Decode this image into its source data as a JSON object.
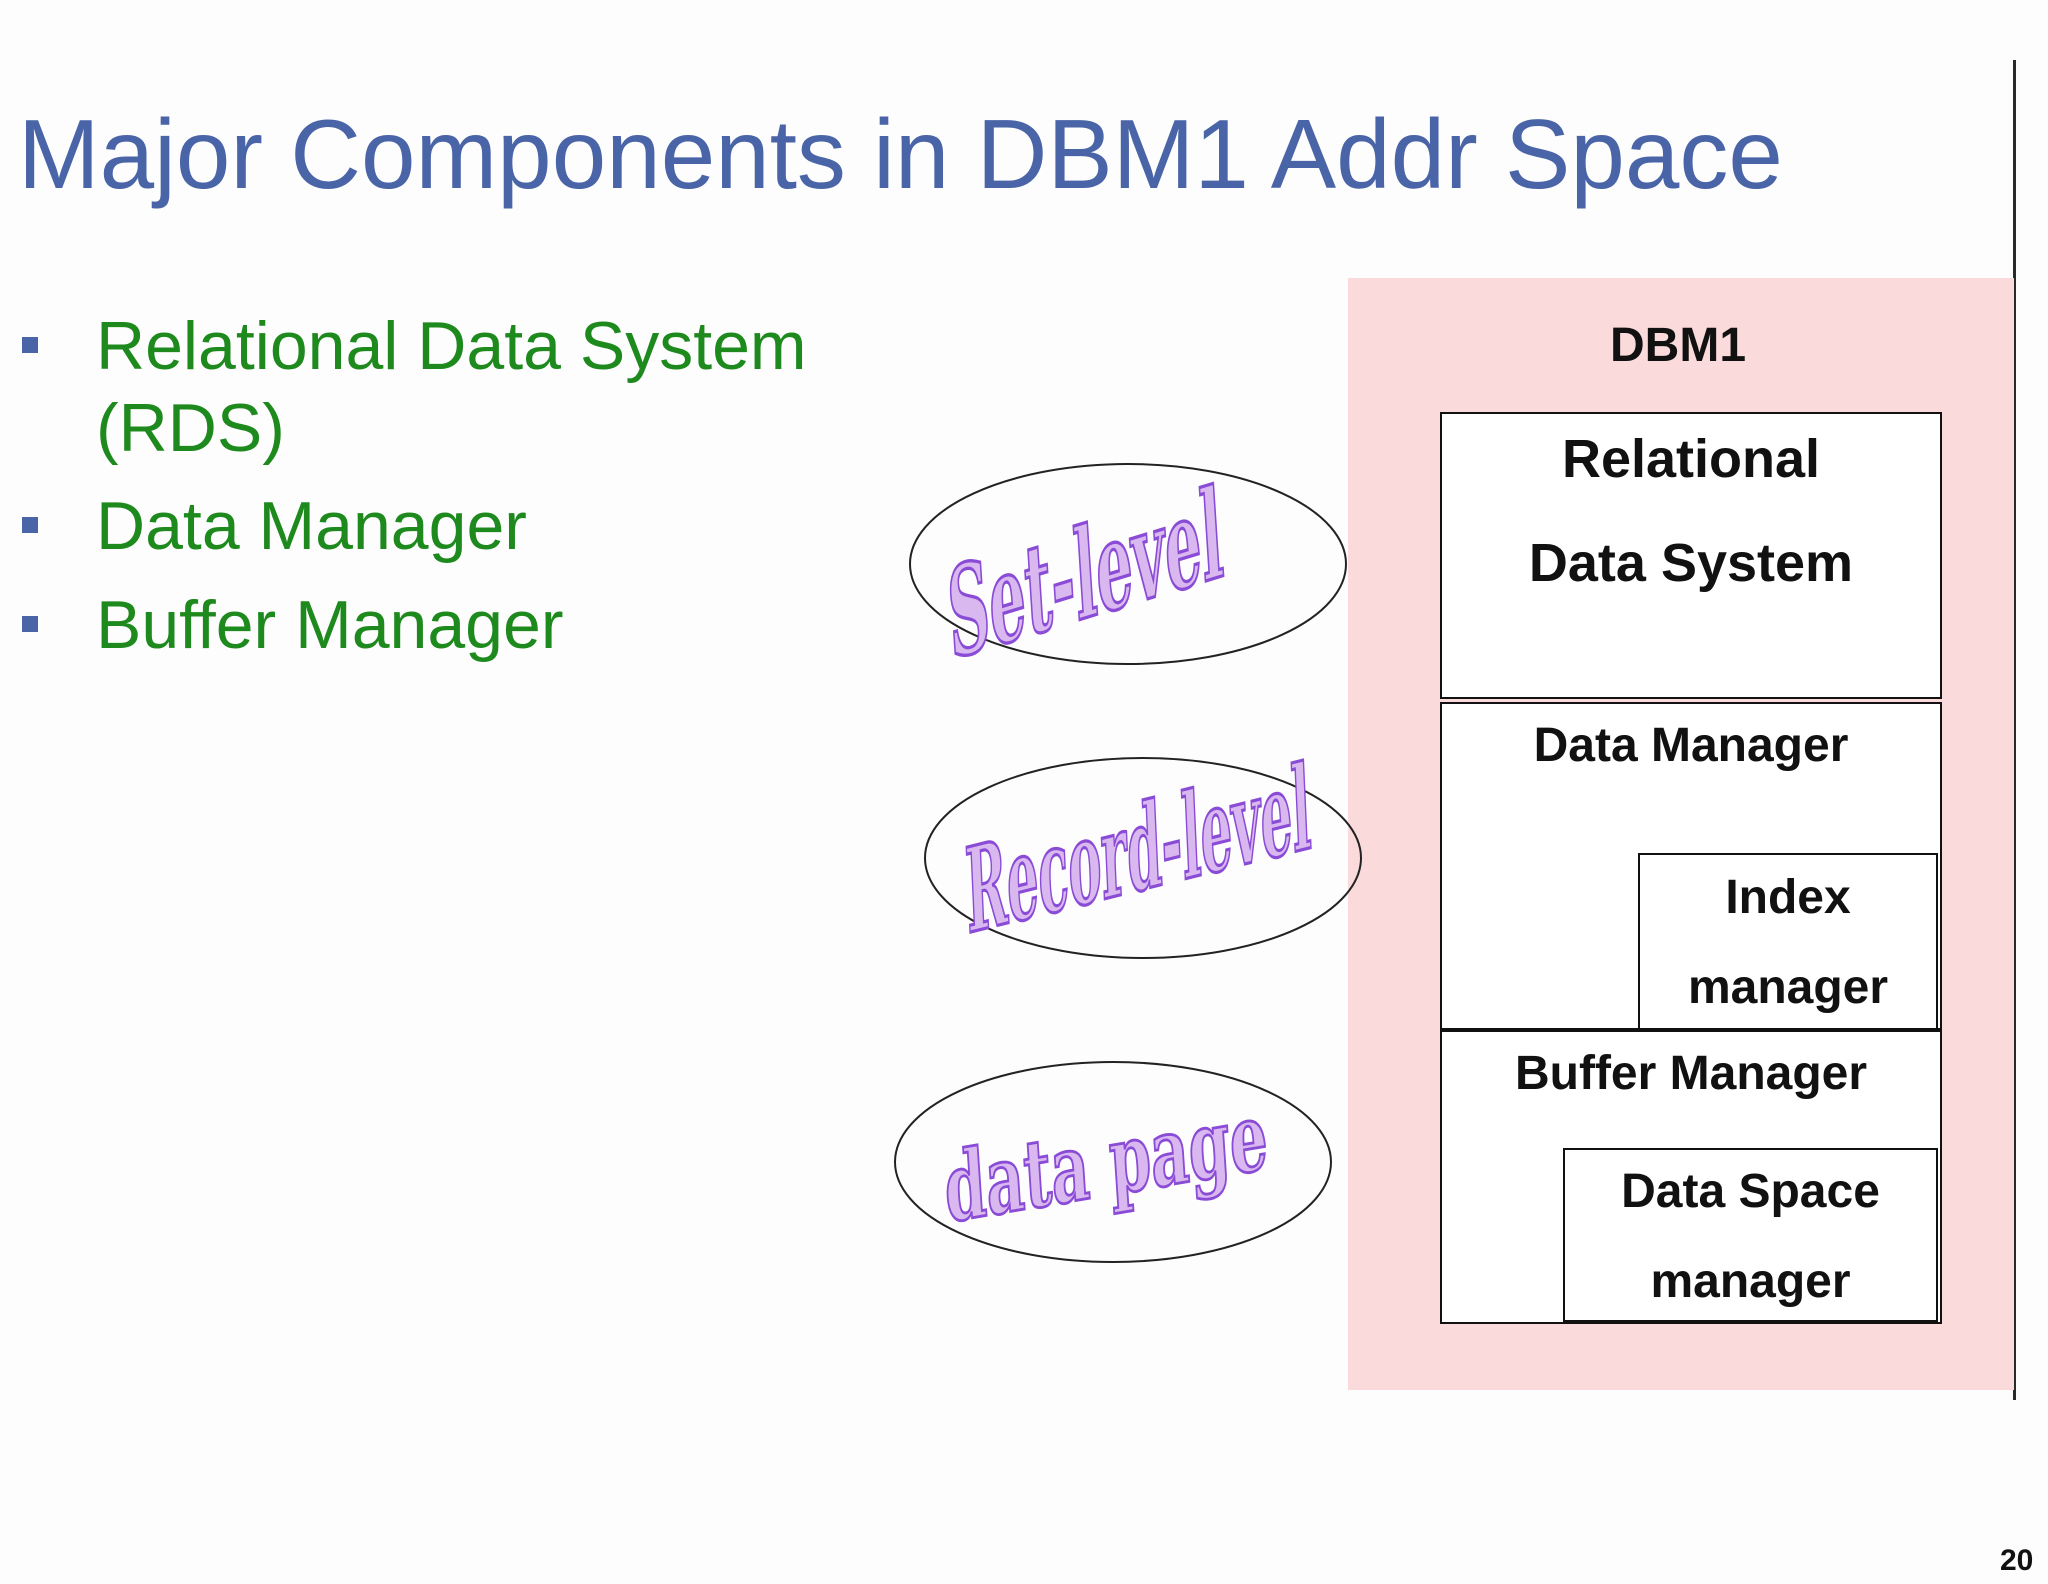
{
  "slide": {
    "title": "Major Components in DBM1 Addr Space",
    "page_number": "20"
  },
  "bullets": [
    {
      "line1": "Relational Data System",
      "line2": "(RDS)"
    },
    {
      "line1": "Data Manager"
    },
    {
      "line1": "Buffer Manager"
    }
  ],
  "diagram": {
    "container_label": "DBM1",
    "rds_box": {
      "line1": "Relational",
      "line2": "Data System"
    },
    "data_manager_box": {
      "label": "Data Manager"
    },
    "index_manager_box": {
      "line1": "Index",
      "line2": "manager"
    },
    "buffer_manager_box": {
      "label": "Buffer Manager"
    },
    "data_space_manager_box": {
      "line1": "Data Space",
      "line2": "manager"
    },
    "ovals": [
      {
        "label": "Set-level"
      },
      {
        "label": "Record-level"
      },
      {
        "label": "data page"
      }
    ]
  },
  "colors": {
    "title": "#4a64a8",
    "bullet_text": "#1e8a1e",
    "bullet_marker": "#4a64a8",
    "panel_background": "#fadada",
    "wordart_fill": "#d9b8f0",
    "wordart_outline": "#8a4bd6"
  }
}
